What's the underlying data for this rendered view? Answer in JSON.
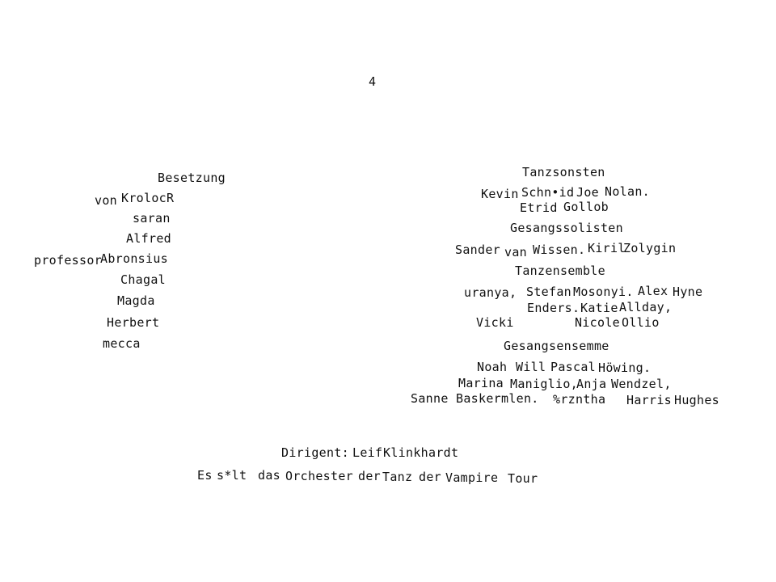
{
  "page_number": "4",
  "cast": {
    "heading": "Besetzung",
    "lines": [
      [
        "von",
        "KrolocR"
      ],
      [
        "saran"
      ],
      [
        "Alfred"
      ],
      [
        "professor",
        "Abronsius"
      ],
      [
        "Chagal"
      ],
      [
        "Magda"
      ],
      [
        "Herbert"
      ],
      [
        "mecca"
      ]
    ]
  },
  "right_column": {
    "dance_soloists": {
      "heading": "Tanzsonsten",
      "words": [
        "Kevin",
        "Schn•id",
        "Joe",
        "Nolan.",
        "Etrid",
        "Gollob"
      ]
    },
    "vocal_soloists": {
      "heading": "Gesangssolisten",
      "words": [
        "Sander",
        "van",
        "Wissen.",
        "Kiril",
        "Zolygin"
      ]
    },
    "dance_ensemble": {
      "heading": "Tanzensemble",
      "words": [
        "uranya,",
        "Stefan",
        "Mosonyi.",
        "Alex",
        "Hyne",
        "Enders.",
        "Katie",
        "Allday,",
        "Vicki",
        "Nicole",
        "Ollio"
      ]
    },
    "vocal_ensemble": {
      "heading": "Gesangsensemme",
      "words": [
        "Noah",
        "Will",
        "Pascal",
        "Höwing.",
        "Marina",
        "Maniglio,",
        "Anja",
        "Wendzel,",
        "Sanne",
        "Baskermlen.",
        "%rzntha",
        "Harris",
        "Hughes"
      ]
    }
  },
  "footer": {
    "conductor_words": [
      "Dirigent:",
      "Leif",
      "Klinkhardt"
    ],
    "orchestra_words": [
      "Es",
      "s*lt",
      "das",
      "Orchester",
      "der",
      "Tanz",
      "der",
      "Vampire",
      "Tour"
    ]
  }
}
